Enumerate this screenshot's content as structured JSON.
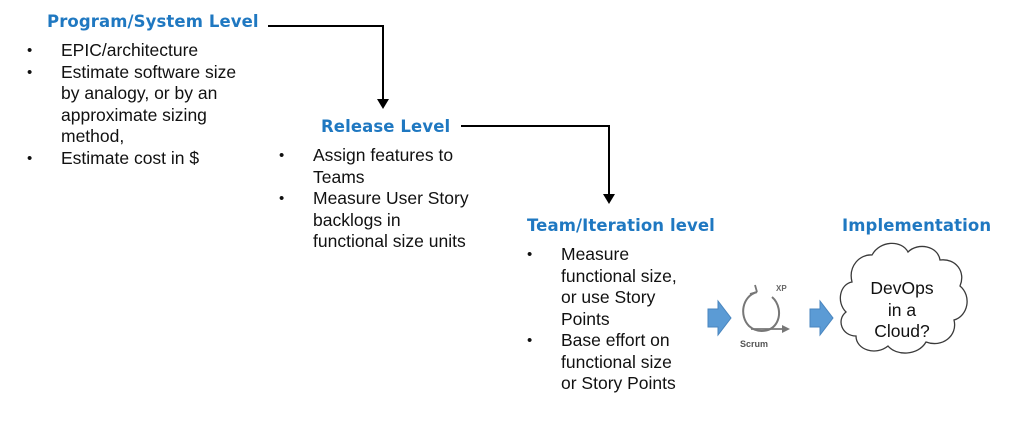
{
  "program": {
    "title": "Program/System Level",
    "bullets": [
      [
        "EPIC/architecture"
      ],
      [
        "Estimate software size",
        "by analogy, or by an",
        "approximate sizing",
        "method,"
      ],
      [
        "Estimate cost in $"
      ]
    ]
  },
  "release": {
    "title": "Release Level",
    "bullets": [
      [
        "Assign features to",
        "Teams"
      ],
      [
        "Measure User Story",
        "backlogs in",
        "functional size units"
      ]
    ]
  },
  "team": {
    "title": "Team/Iteration level",
    "bullets": [
      [
        "Measure",
        "functional size,",
        "or use Story",
        "Points"
      ],
      [
        "Base effort on",
        "functional size",
        "or Story Points"
      ]
    ]
  },
  "implementation": {
    "title": "Implementation",
    "cloud_text": [
      "DevOps",
      "in a",
      "Cloud?"
    ]
  },
  "process_icon": {
    "top_label": "XP",
    "bottom_label": "Scrum"
  },
  "colors": {
    "heading": "#1F78C1",
    "arrow_fill": "#5B9BD5",
    "connector": "#000000"
  }
}
